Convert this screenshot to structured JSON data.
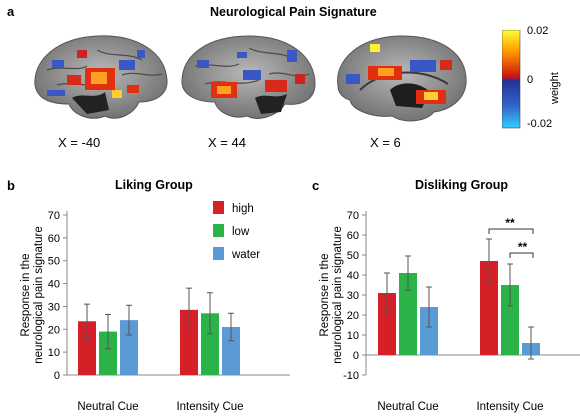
{
  "figure": {
    "top_title": "Neurological Pain Signature",
    "panel_a": "a",
    "panel_b": "b",
    "panel_c": "c",
    "coords": [
      "X = -40",
      "X = 44",
      "X = 6"
    ],
    "colorbar": {
      "label": "weight",
      "ticks": [
        "0.02",
        "0",
        "-0.02"
      ],
      "colors": [
        "#ffff33",
        "#ff9900",
        "#cc1111",
        "#223399",
        "#3366cc",
        "#33ccff"
      ]
    }
  },
  "chart_data": [
    {
      "type": "bar",
      "title": "Liking Group",
      "ylabel": "Response in the neurological pain signature",
      "ylabel_lines": [
        "Response in the",
        "neurological pain signature"
      ],
      "xlabel": "",
      "categories": [
        "Neutral Cue",
        "Intensity Cue"
      ],
      "ylim": [
        0,
        70
      ],
      "yticks": [
        "0",
        "10",
        "20",
        "30",
        "40",
        "50",
        "60",
        "70"
      ],
      "legend": {
        "placement": "top-center",
        "entries": [
          "high",
          "low",
          "water"
        ]
      },
      "series": [
        {
          "name": "high",
          "color": "#d62027",
          "values": [
            23.5,
            28.5
          ],
          "errors": [
            7.5,
            9.5
          ]
        },
        {
          "name": "low",
          "color": "#2bb34a",
          "values": [
            19,
            27
          ],
          "errors": [
            7.5,
            9
          ]
        },
        {
          "name": "water",
          "color": "#5a9bd5",
          "values": [
            24,
            21
          ],
          "errors": [
            6.5,
            6
          ]
        }
      ]
    },
    {
      "type": "bar",
      "title": "Disliking Group",
      "ylabel": "Response in the neurological pain signature",
      "ylabel_lines": [
        "Response in the",
        "neurological pain signature"
      ],
      "xlabel": "",
      "categories": [
        "Neutral Cue",
        "Intensity Cue"
      ],
      "ylim": [
        -10,
        70
      ],
      "yticks": [
        "-10",
        "0",
        "10",
        "20",
        "30",
        "40",
        "50",
        "60",
        "70"
      ],
      "annotations": [
        "**",
        "**"
      ],
      "series": [
        {
          "name": "high",
          "color": "#d62027",
          "values": [
            31,
            47
          ],
          "errors": [
            10,
            11
          ]
        },
        {
          "name": "low",
          "color": "#2bb34a",
          "values": [
            41,
            35
          ],
          "errors": [
            8.5,
            10.5
          ]
        },
        {
          "name": "water",
          "color": "#5a9bd5",
          "values": [
            24,
            6
          ],
          "errors": [
            10,
            8
          ]
        }
      ]
    }
  ]
}
